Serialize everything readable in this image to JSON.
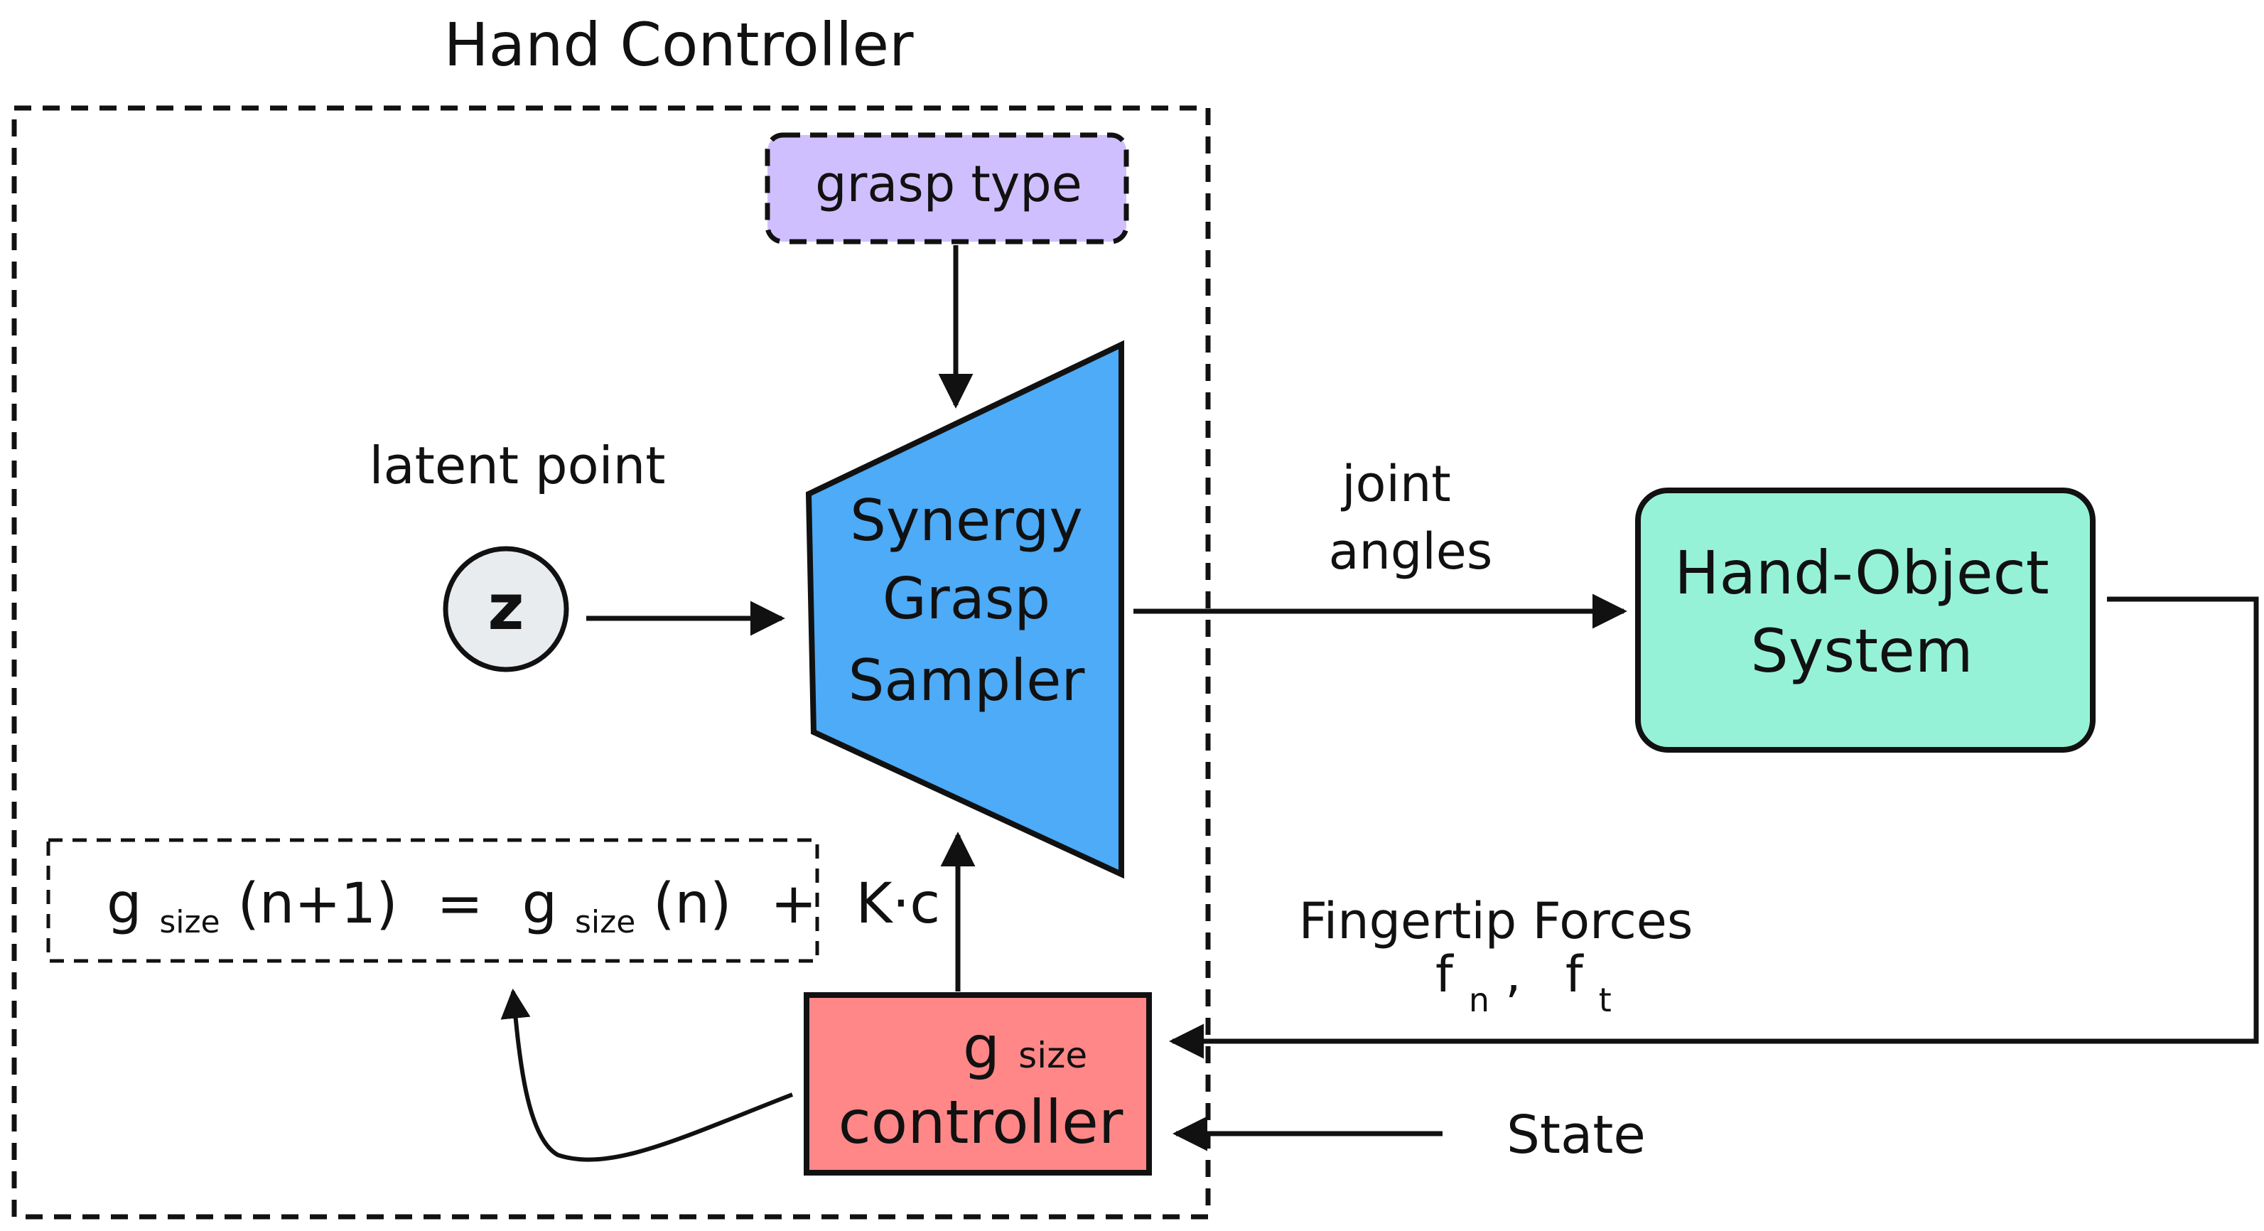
{
  "diagram": {
    "outer_title": "Hand Controller",
    "grasp_type": "grasp type",
    "latent_point_label": "latent point",
    "latent_symbol": "z",
    "sampler": {
      "line1": "Synergy",
      "line2": "Grasp",
      "line3": "Sampler"
    },
    "joint_angles": {
      "line1": "joint",
      "line2": "angles"
    },
    "hand_object": {
      "line1": "Hand-Object",
      "line2": "System"
    },
    "fingertip_forces": "Fingertip Forces",
    "forces_symbols": {
      "fn_base": "f",
      "fn_sub": "n",
      "sep": ",",
      "ft_base": "f",
      "ft_sub": "t"
    },
    "state_label": "State",
    "controller": {
      "g": "g",
      "g_sub": "size",
      "label": "controller"
    },
    "equation": {
      "lhs_g": "g",
      "lhs_sub": "size",
      "lhs_arg": "(n+1)",
      "eq": "=",
      "rhs_g": "g",
      "rhs_sub": "size",
      "rhs_arg": "(n)",
      "plus": "+",
      "gain": "K·c"
    }
  },
  "colors": {
    "grasp_type_fill": "#d0bfff",
    "sampler_fill": "#4dabf7",
    "hand_object_fill": "#96f2d7",
    "controller_fill": "#ff8787",
    "latent_fill": "#e9ecef",
    "stroke": "#111111"
  }
}
